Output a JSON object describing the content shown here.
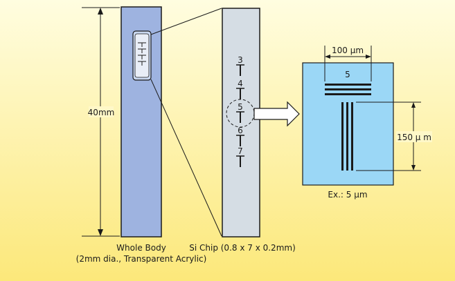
{
  "background": {
    "top_color": "#fffde0",
    "bottom_color": "#fce87a"
  },
  "colors": {
    "body": "#9eb3e0",
    "chip": "#d5dde4",
    "zoom": "#9bd7f6",
    "line": "#1a1a1a"
  },
  "labels": {
    "body_length": "40mm",
    "whole_body_line1": "Whole Body",
    "whole_body_line2": "(2mm dia., Transparent Acrylic)",
    "si_chip": "Si Chip (0.8 x 7 x 0.2mm)",
    "width_dim": "100 µm",
    "height_dim": "150 µ m",
    "example": "Ex.: 5 µm",
    "zoom_marker": "5"
  },
  "chip_markers": [
    "3",
    "4",
    "5",
    "6",
    "7"
  ],
  "icons": {
    "arrow": "block-arrow-right-icon"
  }
}
